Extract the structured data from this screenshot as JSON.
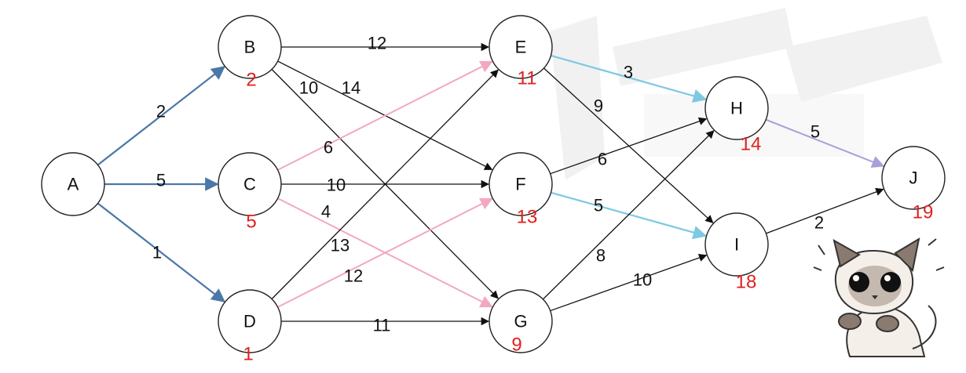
{
  "colors": {
    "node_stroke": "#222222",
    "edge_default": "#111111",
    "edge_blue": "#4a78a8",
    "edge_pink": "#f2a9bf",
    "edge_cyan": "#7ec8e3",
    "edge_lavender": "#a8a0d8",
    "value_red": "#e02020"
  },
  "nodes": [
    {
      "id": "A",
      "label": "A",
      "value": ""
    },
    {
      "id": "B",
      "label": "B",
      "value": "2"
    },
    {
      "id": "C",
      "label": "C",
      "value": "5"
    },
    {
      "id": "D",
      "label": "D",
      "value": "1"
    },
    {
      "id": "E",
      "label": "E",
      "value": "11"
    },
    {
      "id": "F",
      "label": "F",
      "value": "13"
    },
    {
      "id": "G",
      "label": "G",
      "value": "9"
    },
    {
      "id": "H",
      "label": "H",
      "value": "14"
    },
    {
      "id": "I",
      "label": "I",
      "value": "18"
    },
    {
      "id": "J",
      "label": "J",
      "value": "19"
    }
  ],
  "edges": [
    {
      "from": "A",
      "to": "B",
      "weight": "2",
      "style": "blue"
    },
    {
      "from": "A",
      "to": "C",
      "weight": "5",
      "style": "blue"
    },
    {
      "from": "A",
      "to": "D",
      "weight": "1",
      "style": "blue"
    },
    {
      "from": "B",
      "to": "E",
      "weight": "12",
      "style": "default"
    },
    {
      "from": "B",
      "to": "F",
      "weight": "14",
      "style": "default"
    },
    {
      "from": "B",
      "to": "G",
      "weight": "10",
      "style": "default"
    },
    {
      "from": "C",
      "to": "E",
      "weight": "6",
      "style": "pink"
    },
    {
      "from": "C",
      "to": "F",
      "weight": "10",
      "style": "default"
    },
    {
      "from": "C",
      "to": "G",
      "weight": "4",
      "style": "pink"
    },
    {
      "from": "D",
      "to": "E",
      "weight": "13",
      "style": "default"
    },
    {
      "from": "D",
      "to": "F",
      "weight": "12",
      "style": "pink"
    },
    {
      "from": "D",
      "to": "G",
      "weight": "11",
      "style": "default"
    },
    {
      "from": "E",
      "to": "H",
      "weight": "3",
      "style": "cyan"
    },
    {
      "from": "E",
      "to": "I",
      "weight": "9",
      "style": "default"
    },
    {
      "from": "F",
      "to": "H",
      "weight": "6",
      "style": "default"
    },
    {
      "from": "F",
      "to": "I",
      "weight": "5",
      "style": "cyan"
    },
    {
      "from": "G",
      "to": "H",
      "weight": "8",
      "style": "default"
    },
    {
      "from": "G",
      "to": "I",
      "weight": "10",
      "style": "default"
    },
    {
      "from": "H",
      "to": "J",
      "weight": "5",
      "style": "lavender"
    },
    {
      "from": "I",
      "to": "J",
      "weight": "2",
      "style": "default"
    }
  ],
  "decorations": {
    "sticker": "cat-sticker-icon",
    "watermark": "watermark-glyph"
  }
}
